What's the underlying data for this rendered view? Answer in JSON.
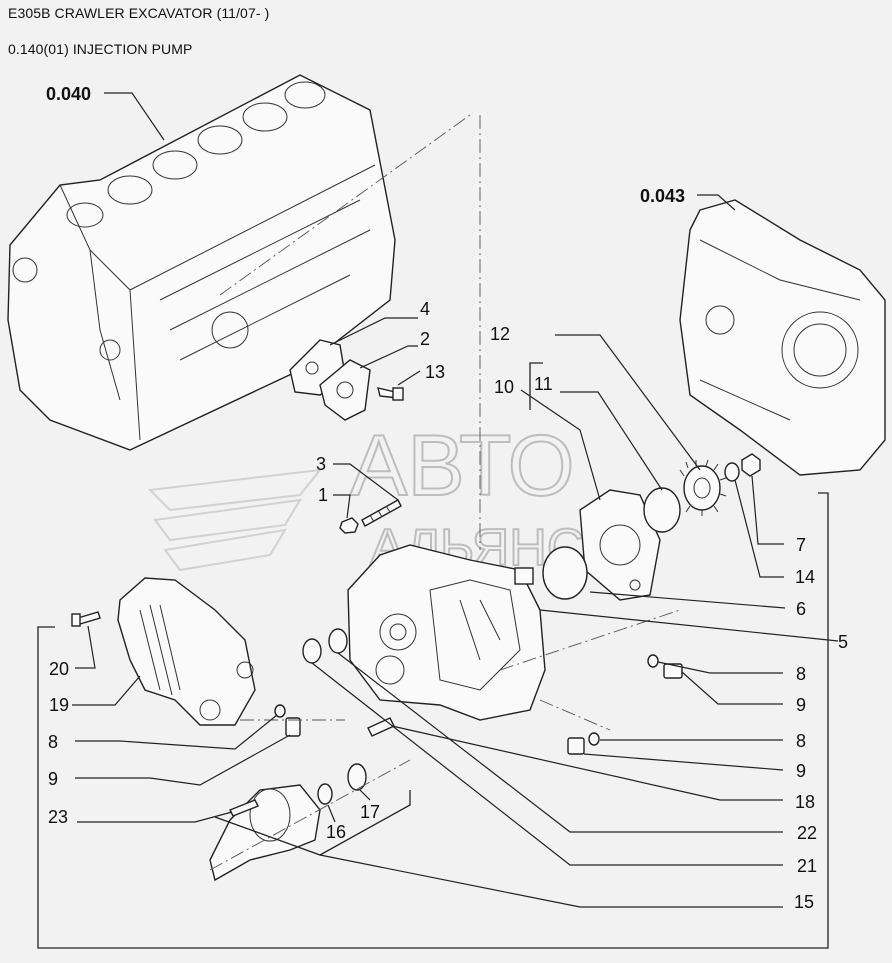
{
  "header": {
    "title": "E305B CRAWLER EXCAVATOR (11/07- )",
    "subtitle": "0.140(01) INJECTION PUMP"
  },
  "assemblies": {
    "engine_block": "0.040",
    "timing_cover": "0.043"
  },
  "watermark": {
    "line1": "АВТО",
    "line2": "АЛЬЯНС"
  },
  "callouts": {
    "c1": "1",
    "c2": "2",
    "c3": "3",
    "c4": "4",
    "c5": "5",
    "c6": "6",
    "c7": "7",
    "c8a": "8",
    "c8b": "8",
    "c8c": "8",
    "c9a": "9",
    "c9b": "9",
    "c9c": "9",
    "c10": "10",
    "c11": "11",
    "c12": "12",
    "c13": "13",
    "c14": "14",
    "c15": "15",
    "c16": "16",
    "c17": "17",
    "c18": "18",
    "c19": "19",
    "c20": "20",
    "c21": "21",
    "c22": "22",
    "c23": "23"
  }
}
